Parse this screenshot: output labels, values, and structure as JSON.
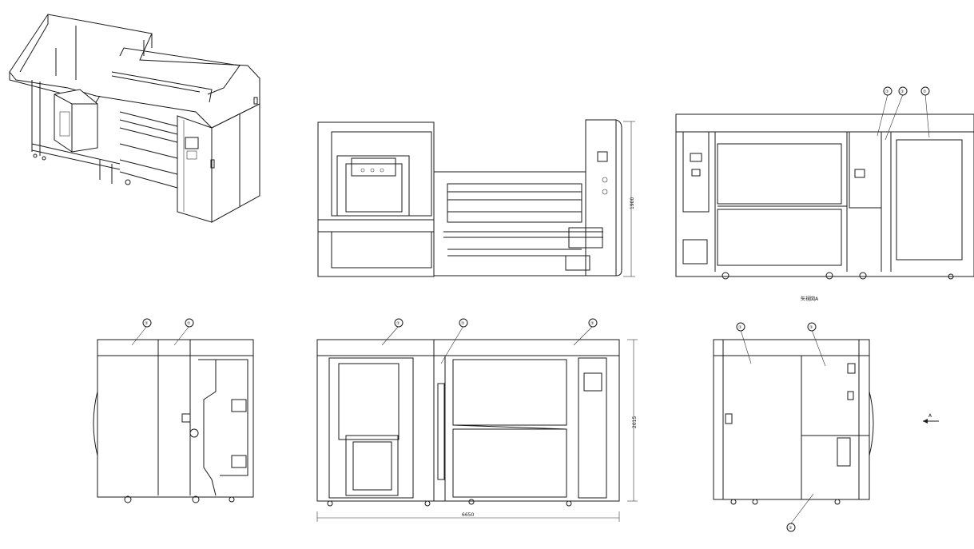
{
  "drawing": {
    "view_a_caption": "矢視図A",
    "arrow_label": "A",
    "dimensions": {
      "top_view_height": "1900",
      "front_view_height": "2015",
      "front_view_width": "6650"
    },
    "balloons": [
      "①",
      "①",
      "①",
      "①",
      "①",
      "①",
      "①",
      "①",
      "①",
      "①",
      "①"
    ],
    "colors": {
      "line": "#1a1a1a",
      "background": "#ffffff"
    }
  }
}
